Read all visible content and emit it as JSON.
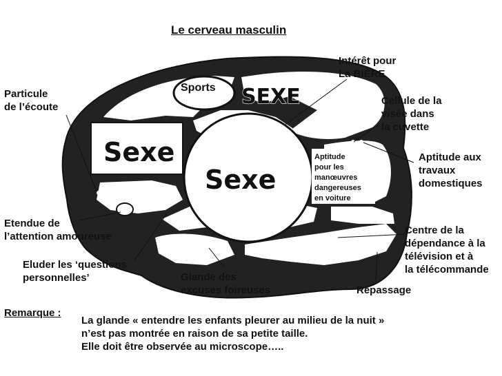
{
  "title": "Le cerveau masculin",
  "regions": {
    "sports": "Sports",
    "sexe_top": "SEXE",
    "sexe_left": "Sexe",
    "sexe_center": "Sexe"
  },
  "labels": {
    "interet": [
      "Intérêt pour",
      "La BIÈRE"
    ],
    "particule": [
      "Particule",
      "de l’écoute"
    ],
    "cellule": [
      "Cellule de la",
      "visée dans",
      "la cuvette"
    ],
    "aptitude_manoeuvres": [
      "Aptitude",
      "pour les",
      "manœuvres",
      "dangereuses",
      "en voiture"
    ],
    "aptitude_travaux": [
      "Aptitude aux",
      "travaux",
      "domestiques"
    ],
    "etendue": [
      "Etendue de",
      "l’attention amoureuse"
    ],
    "centre": [
      "Centre de la",
      "dépendance à la",
      "télévision et à",
      "la télécommande"
    ],
    "eluder": [
      "Eluder les ‘questions",
      "personnelles’"
    ],
    "glande": [
      "Glande des",
      "excuses foireuses"
    ],
    "repassage": "Repassage"
  },
  "remark": {
    "key": "Remarque :",
    "lines": [
      "La glande « entendre les enfants pleurer au milieu de la nuit »",
      "n’est pas montrée en raison de sa petite taille.",
      "Elle doit être observée au microscope….."
    ]
  }
}
